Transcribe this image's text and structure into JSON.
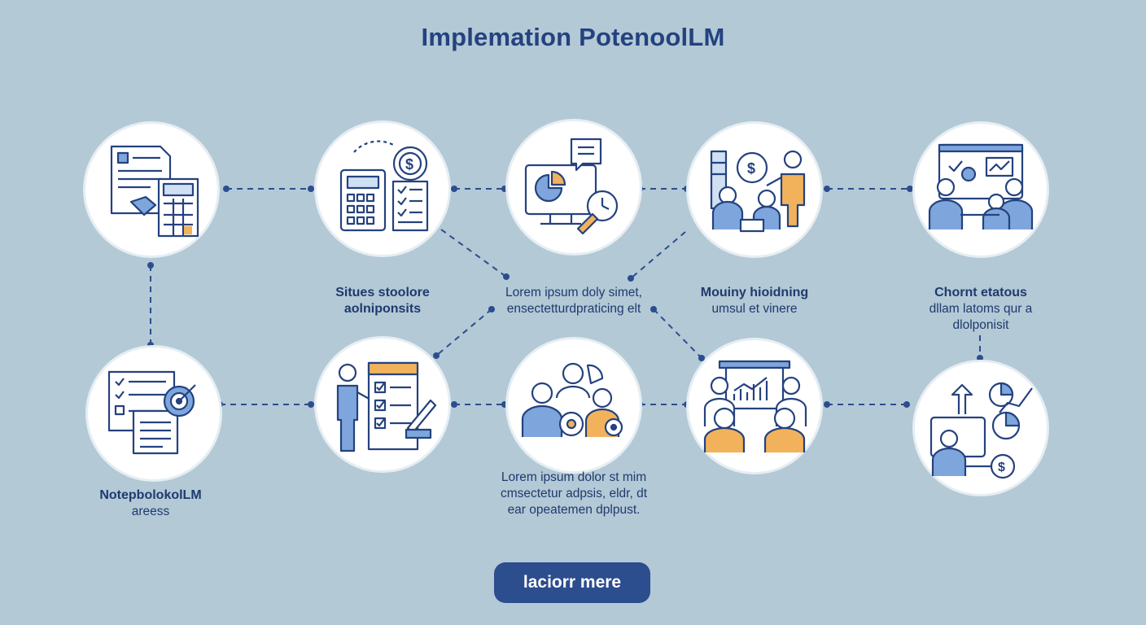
{
  "title": "Implemation PotenoolLM",
  "captions": {
    "c1": {
      "line1": "Situes stoolore",
      "line2": "aolniponsits"
    },
    "c2": {
      "line1": "Lorem ipsum doly simet,",
      "line2": "ensectetturdpraticing elt"
    },
    "c3": {
      "line1": "Mouiny hioidning",
      "line2": "umsul et vinere"
    },
    "c4": {
      "line1": "Chornt etatous",
      "line2": "dllam latoms qur a",
      "line3": "dlolponisit"
    },
    "c5": {
      "line1": "NotepbolokolLM",
      "line2": "areess"
    },
    "c6": {
      "line1": "Lorem ipsum dolor st mim",
      "line2": "cmsectetur adpsis, eldr, dt",
      "line3": "ear opeatemen dplpust."
    }
  },
  "cta_label": "lacior​r mere",
  "colors": {
    "background": "#b3c9d6",
    "navy": "#24427f",
    "blue_accent": "#7ea6dc",
    "orange_accent": "#f2b25c",
    "connector": "#2c4d8e"
  },
  "icons": {
    "n1": "documents-calculator-icon",
    "n2": "calculator-dollar-gear-icon",
    "n3": "monitor-chart-clock-icon",
    "n4": "team-dollar-presentation-icon",
    "n5": "team-monitor-meeting-icon",
    "n6": "documents-target-icon",
    "n7": "person-checklist-icon",
    "n8": "team-gears-icon",
    "n9": "team-presentation-chart-icon",
    "n10": "person-pie-growth-icon"
  }
}
